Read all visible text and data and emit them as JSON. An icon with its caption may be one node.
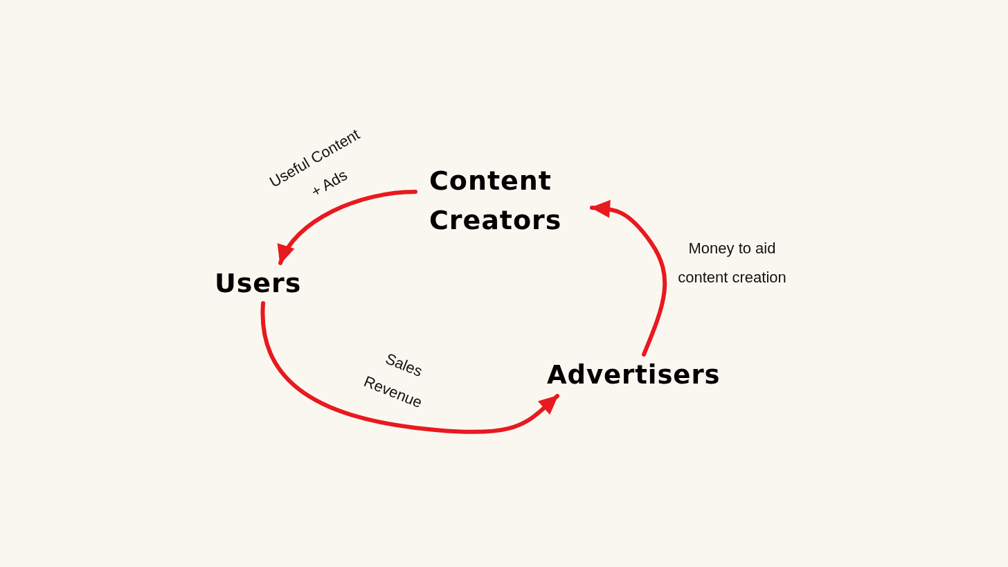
{
  "diagram": {
    "nodes": [
      {
        "text": [
          "Content Creators"
        ]
      },
      {
        "text": [
          "Users"
        ]
      },
      {
        "text": [
          "Advertisers"
        ]
      }
    ],
    "edges": [
      {
        "from": 0,
        "to": 1,
        "arrow": "to",
        "label": "Useful Content + Ads"
      },
      {
        "from": 1,
        "to": 2,
        "arrow": "to",
        "label": "Sales Revenue"
      },
      {
        "from": 2,
        "to": 0,
        "arrow": "to",
        "label": "Money to aid content creation"
      }
    ]
  }
}
